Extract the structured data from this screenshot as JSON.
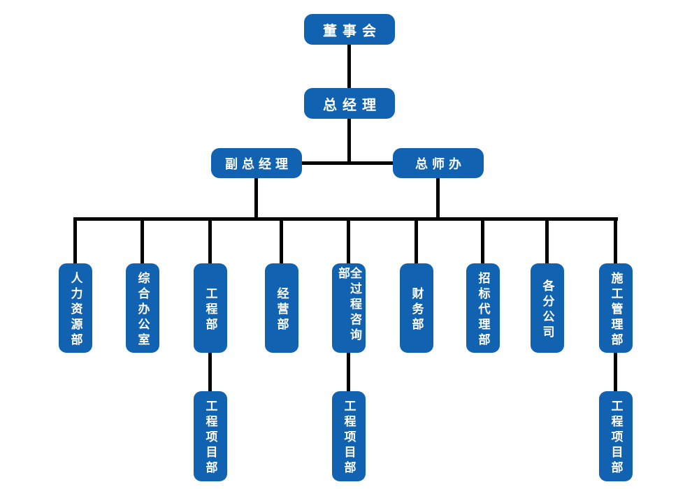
{
  "diagram": {
    "type": "org-chart",
    "background": "#ffffff",
    "node_color": "#1262b2",
    "text_color": "#ffffff",
    "line_color": "#000000",
    "root": {
      "label": "董事会"
    },
    "general_manager": {
      "label": "总经理",
      "reports_to": "董事会"
    },
    "executives": [
      {
        "label": "副总经理",
        "reports_to": "总经理"
      },
      {
        "label": "总师办",
        "reports_to": "总经理"
      }
    ],
    "departments": [
      {
        "label": "人力资源部",
        "reports_to": "副总经理/总师办"
      },
      {
        "label": "综合办公室",
        "reports_to": "副总经理/总师办"
      },
      {
        "label": "工程部",
        "reports_to": "副总经理/总师办"
      },
      {
        "label": "经营部",
        "reports_to": "副总经理/总师办"
      },
      {
        "label": "全过程咨询部",
        "reports_to": "副总经理/总师办"
      },
      {
        "label": "财务部",
        "reports_to": "副总经理/总师办"
      },
      {
        "label": "招标代理部",
        "reports_to": "副总经理/总师办"
      },
      {
        "label": "各分公司",
        "reports_to": "副总经理/总师办"
      },
      {
        "label": "施工管理部",
        "reports_to": "副总经理/总师办"
      }
    ],
    "sub_departments": [
      {
        "label": "工程项目部",
        "reports_to": "工程部"
      },
      {
        "label": "工程项目部",
        "reports_to": "全过程咨询部"
      },
      {
        "label": "工程项目部",
        "reports_to": "施工管理部"
      }
    ]
  }
}
